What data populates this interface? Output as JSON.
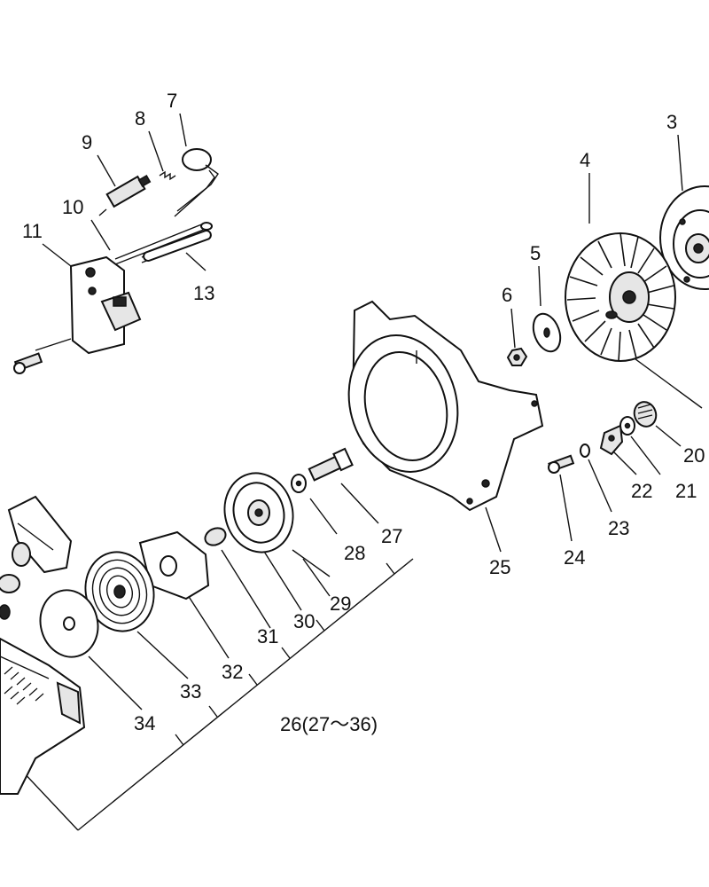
{
  "diagram": {
    "callouts": [
      {
        "id": "c3",
        "label": "3"
      },
      {
        "id": "c4",
        "label": "4"
      },
      {
        "id": "c5",
        "label": "5"
      },
      {
        "id": "c6",
        "label": "6"
      },
      {
        "id": "c7",
        "label": "7"
      },
      {
        "id": "c8",
        "label": "8"
      },
      {
        "id": "c9",
        "label": "9"
      },
      {
        "id": "c10",
        "label": "10"
      },
      {
        "id": "c11",
        "label": "11"
      },
      {
        "id": "c13",
        "label": "13"
      },
      {
        "id": "c20",
        "label": "20"
      },
      {
        "id": "c21",
        "label": "21"
      },
      {
        "id": "c22",
        "label": "22"
      },
      {
        "id": "c23",
        "label": "23"
      },
      {
        "id": "c24",
        "label": "24"
      },
      {
        "id": "c25",
        "label": "25"
      },
      {
        "id": "c26",
        "label": "26(27～36)"
      },
      {
        "id": "c27",
        "label": "27"
      },
      {
        "id": "c28",
        "label": "28"
      },
      {
        "id": "c29",
        "label": "29"
      },
      {
        "id": "c30",
        "label": "30"
      },
      {
        "id": "c31",
        "label": "31"
      },
      {
        "id": "c32",
        "label": "32"
      },
      {
        "id": "c33",
        "label": "33"
      },
      {
        "id": "c34",
        "label": "34"
      }
    ]
  }
}
